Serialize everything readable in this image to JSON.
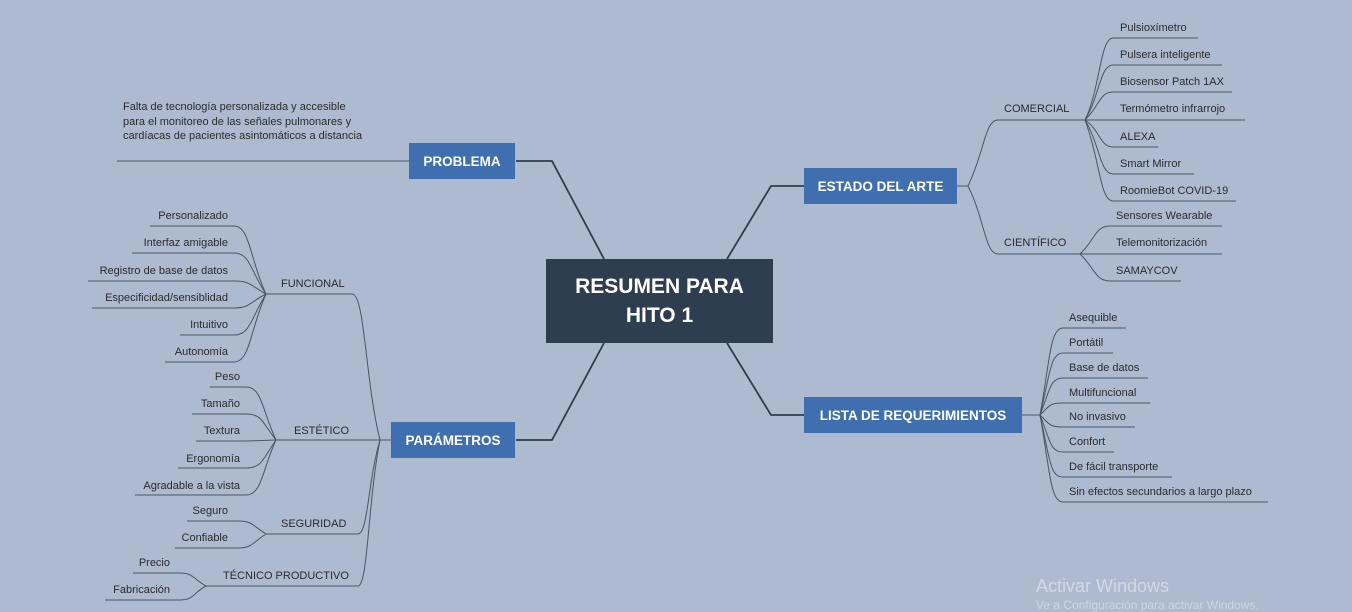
{
  "center": {
    "title": "RESUMEN PARA\nHITO 1"
  },
  "problema": {
    "label": "PROBLEMA",
    "text": "Falta de tecnología personalizada y accesible para el monitoreo de las señales pulmonares y cardíacas de pacientes asintomáticos a distancia"
  },
  "estado": {
    "label": "ESTADO DEL ARTE",
    "comercial": {
      "label": "COMERCIAL",
      "items": [
        "Pulsioxímetro",
        "Pulsera inteligente",
        "Biosensor Patch 1AX",
        "Termómetro infrarrojo",
        "ALEXA",
        "Smart Mirror",
        "RoomieBot COVID-19"
      ]
    },
    "cientifico": {
      "label": "CIENTÍFICO",
      "items": [
        "Sensores Wearable",
        "Telemonitorización",
        "SAMAYCOV"
      ]
    }
  },
  "requerimientos": {
    "label": "LISTA DE REQUERIMIENTOS",
    "items": [
      "Asequible",
      "Portátil",
      "Base de datos",
      "Multifuncional",
      "No invasivo",
      "Confort",
      "De fácil transporte",
      "Sin efectos secundarios a largo plazo"
    ]
  },
  "parametros": {
    "label": "PARÁMETROS",
    "funcional": {
      "label": "FUNCIONAL",
      "items": [
        "Personalizado",
        "Interfaz amigable",
        "Registro de base de datos",
        "Especificidad/sensiblidad",
        "Intuitivo",
        "Autonomía"
      ]
    },
    "estetico": {
      "label": "ESTÉTICO",
      "items": [
        "Peso",
        "Tamaño",
        "Textura",
        "Ergonomía",
        "Agradable a la vista"
      ]
    },
    "seguridad": {
      "label": "SEGURIDAD",
      "items": [
        "Seguro",
        "Confiable"
      ]
    },
    "tecnico": {
      "label": "TÉCNICO PRODUCTIVO",
      "items": [
        "Precio",
        "Fabricación"
      ]
    }
  },
  "watermark": {
    "title": "Activar Windows",
    "sub": "Ve a Configuración para activar Windows."
  }
}
